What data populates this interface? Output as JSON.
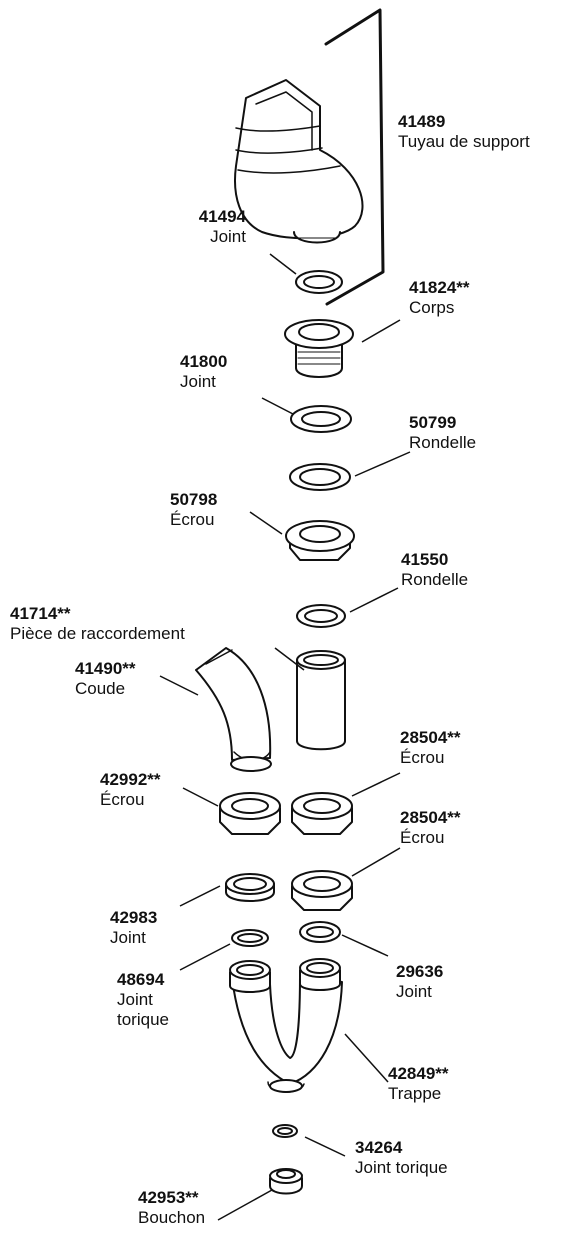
{
  "parts": [
    {
      "id": "support-pipe",
      "number": "41489",
      "name": "Tuyau de support"
    },
    {
      "id": "gasket-top",
      "number": "41494",
      "name": "Joint"
    },
    {
      "id": "body",
      "number": "41824**",
      "name": "Corps"
    },
    {
      "id": "gasket-41800",
      "number": "41800",
      "name": "Joint"
    },
    {
      "id": "washer-50799",
      "number": "50799",
      "name": "Rondelle"
    },
    {
      "id": "nut-50798",
      "number": "50798",
      "name": "Écrou"
    },
    {
      "id": "washer-41550",
      "number": "41550",
      "name": "Rondelle"
    },
    {
      "id": "connector",
      "number": "41714**",
      "name": "Pièce de raccordement"
    },
    {
      "id": "elbow",
      "number": "41490**",
      "name": "Coude"
    },
    {
      "id": "nut-28504-a",
      "number": "28504**",
      "name": "Écrou"
    },
    {
      "id": "nut-42992",
      "number": "42992**",
      "name": "Écrou"
    },
    {
      "id": "nut-28504-b",
      "number": "28504**",
      "name": "Écrou"
    },
    {
      "id": "gasket-42983",
      "number": "42983",
      "name": "Joint"
    },
    {
      "id": "gasket-29636",
      "number": "29636",
      "name": "Joint"
    },
    {
      "id": "oring-48694",
      "number": "48694",
      "name": "Joint torique"
    },
    {
      "id": "trap",
      "number": "42849**",
      "name": "Trappe"
    },
    {
      "id": "oring-34264",
      "number": "34264",
      "name": "Joint torique"
    },
    {
      "id": "plug",
      "number": "42953**",
      "name": "Bouchon"
    }
  ]
}
